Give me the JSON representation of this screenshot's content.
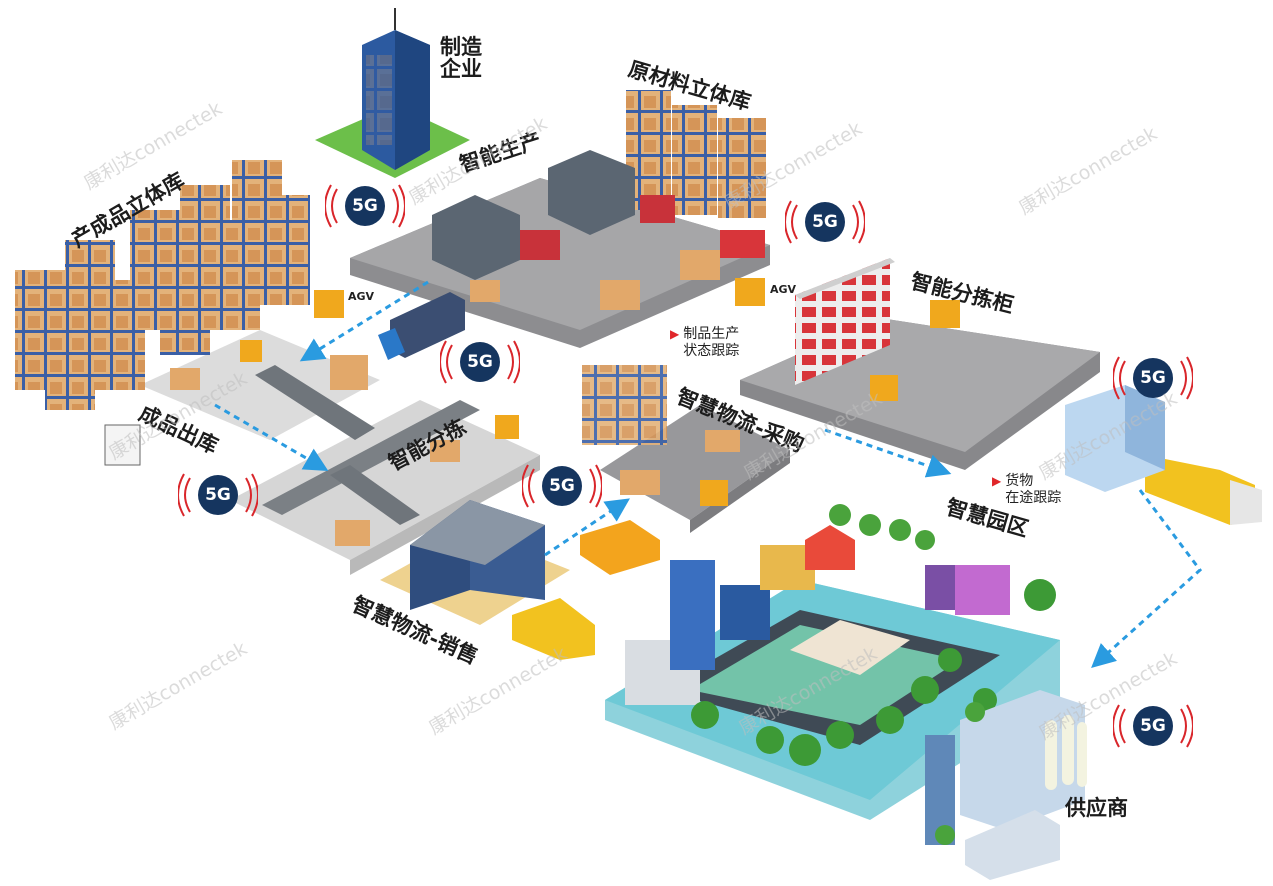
{
  "labels": {
    "manufacturer": "制造\n企业",
    "raw_material_warehouse": "原材料立体库",
    "smart_production": "智能生产",
    "finished_goods_warehouse": "产成品立体库",
    "smart_sorting_cabinet": "智能分拣柜",
    "finished_goods_outbound": "成品出库",
    "smart_sorting": "智能分拣",
    "smart_logistics_purchase": "智慧物流-采购",
    "smart_park": "智慧园区",
    "smart_logistics_sales": "智慧物流-销售",
    "supplier": "供应商"
  },
  "notes": {
    "production_tracking": "制品生产\n状态跟踪",
    "goods_tracking": "货物\n在途跟踪"
  },
  "agv_label": "AGV",
  "badge_text": "5G",
  "watermark": "康利达connectek",
  "colors": {
    "badge": "#15355f",
    "wave": "#d9262b",
    "flow_arrow": "#2a9be0",
    "rack": "#3a5fa6",
    "box": "#e2a86a",
    "platform": "#9a9a9c",
    "water": "#6ec9d6",
    "grass": "#62b24a"
  }
}
